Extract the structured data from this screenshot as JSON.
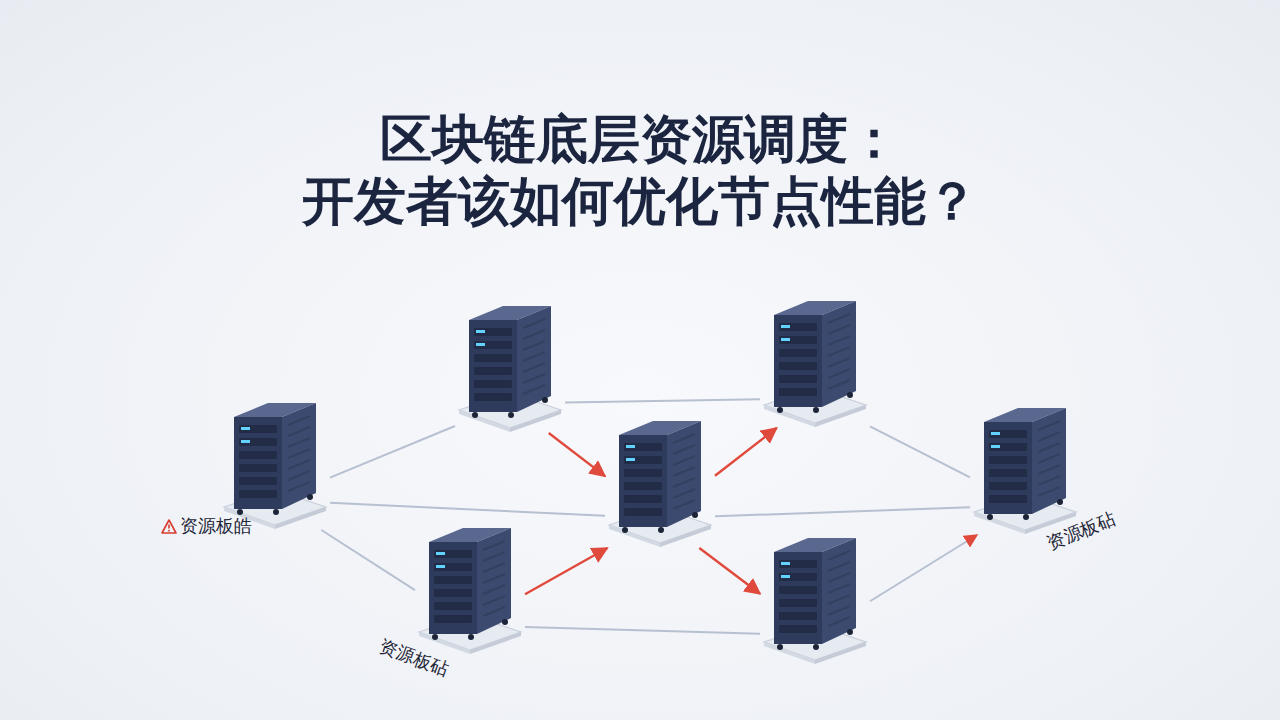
{
  "diagram": {
    "title": "区块链底层资源调度： 开发者该如何优化节点性能？",
    "nodes": [
      {
        "text": []
      },
      {
        "text": []
      },
      {
        "text": [
          "资源板皓"
        ]
      },
      {
        "text": []
      },
      {
        "text": [
          "资源板砧"
        ]
      },
      {
        "text": [
          "资源板砧"
        ]
      },
      {
        "text": []
      }
    ],
    "edges": [
      {
        "from": 0,
        "to": 1,
        "arrow": "none"
      },
      {
        "from": 0,
        "to": 2,
        "arrow": "none"
      },
      {
        "from": 0,
        "to": 3,
        "arrow": "to"
      },
      {
        "from": 2,
        "to": 3,
        "arrow": "none"
      },
      {
        "from": 2,
        "to": 5,
        "arrow": "none"
      },
      {
        "from": 5,
        "to": 3,
        "arrow": "to"
      },
      {
        "from": 3,
        "to": 1,
        "arrow": "to"
      },
      {
        "from": 3,
        "to": 6,
        "arrow": "to"
      },
      {
        "from": 1,
        "to": 4,
        "arrow": "none"
      },
      {
        "from": 3,
        "to": 4,
        "arrow": "none"
      },
      {
        "from": 5,
        "to": 6,
        "arrow": "none"
      },
      {
        "from": 6,
        "to": 4,
        "arrow": "to"
      }
    ]
  }
}
